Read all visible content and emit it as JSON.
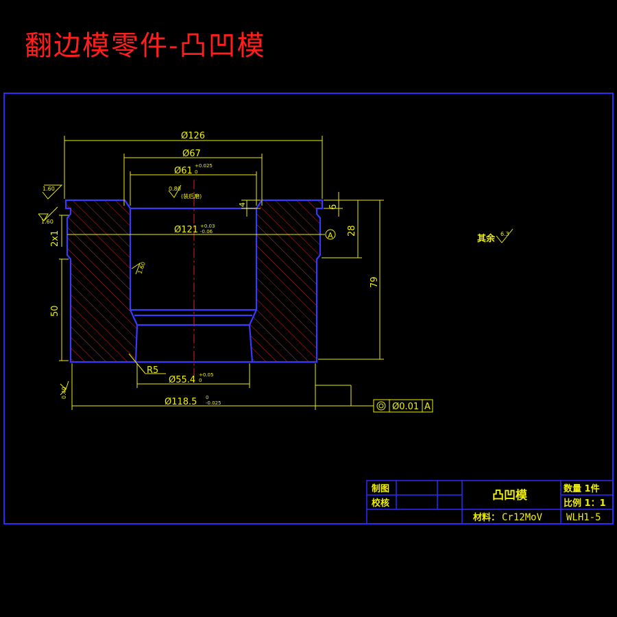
{
  "title": "翻边模零件-凸凹模",
  "colors": {
    "background": "#000000",
    "frame": "#2b2bff",
    "dimension": "#f0f000",
    "title": "#ff1e1e",
    "centerline": "#e02020"
  },
  "dimensions": {
    "d126": "Ø126",
    "d67": "Ø67",
    "d61": "Ø61",
    "d61_tol_up": "+0.025",
    "d61_tol_low": "0",
    "d121": "Ø121",
    "d121_tol_up": "+0.03",
    "d121_tol_low": "-0.06",
    "d55": "Ø55.4",
    "d55_tol_up": "+0.05",
    "d55_tol_low": "0",
    "d118": "Ø118.5",
    "d118_tol_up": "0",
    "d118_tol_low": "-0.025",
    "h4": "4",
    "h6": "6",
    "h28": "28",
    "h79": "79",
    "h50": "50",
    "chamfer": "2x1",
    "radius": "R5",
    "datum": "A"
  },
  "roughness": {
    "r160a": "1.60",
    "r160b": "1.60",
    "r080": "0.80",
    "r080_note": "(装后磨)",
    "r160c": "1.60",
    "r040": "0.40",
    "rest_label": "其余",
    "rest_value": "6.3"
  },
  "tolerance_frame": {
    "value": "Ø0.01",
    "datum": "A"
  },
  "title_block": {
    "drawn_label": "制图",
    "checked_label": "校核",
    "part_name": "凸凹模",
    "quantity": "数量 1件",
    "scale": "比例 1：1",
    "material_label": "材料：",
    "material": "Cr12MoV",
    "drawing_no": "WLH1-5"
  }
}
